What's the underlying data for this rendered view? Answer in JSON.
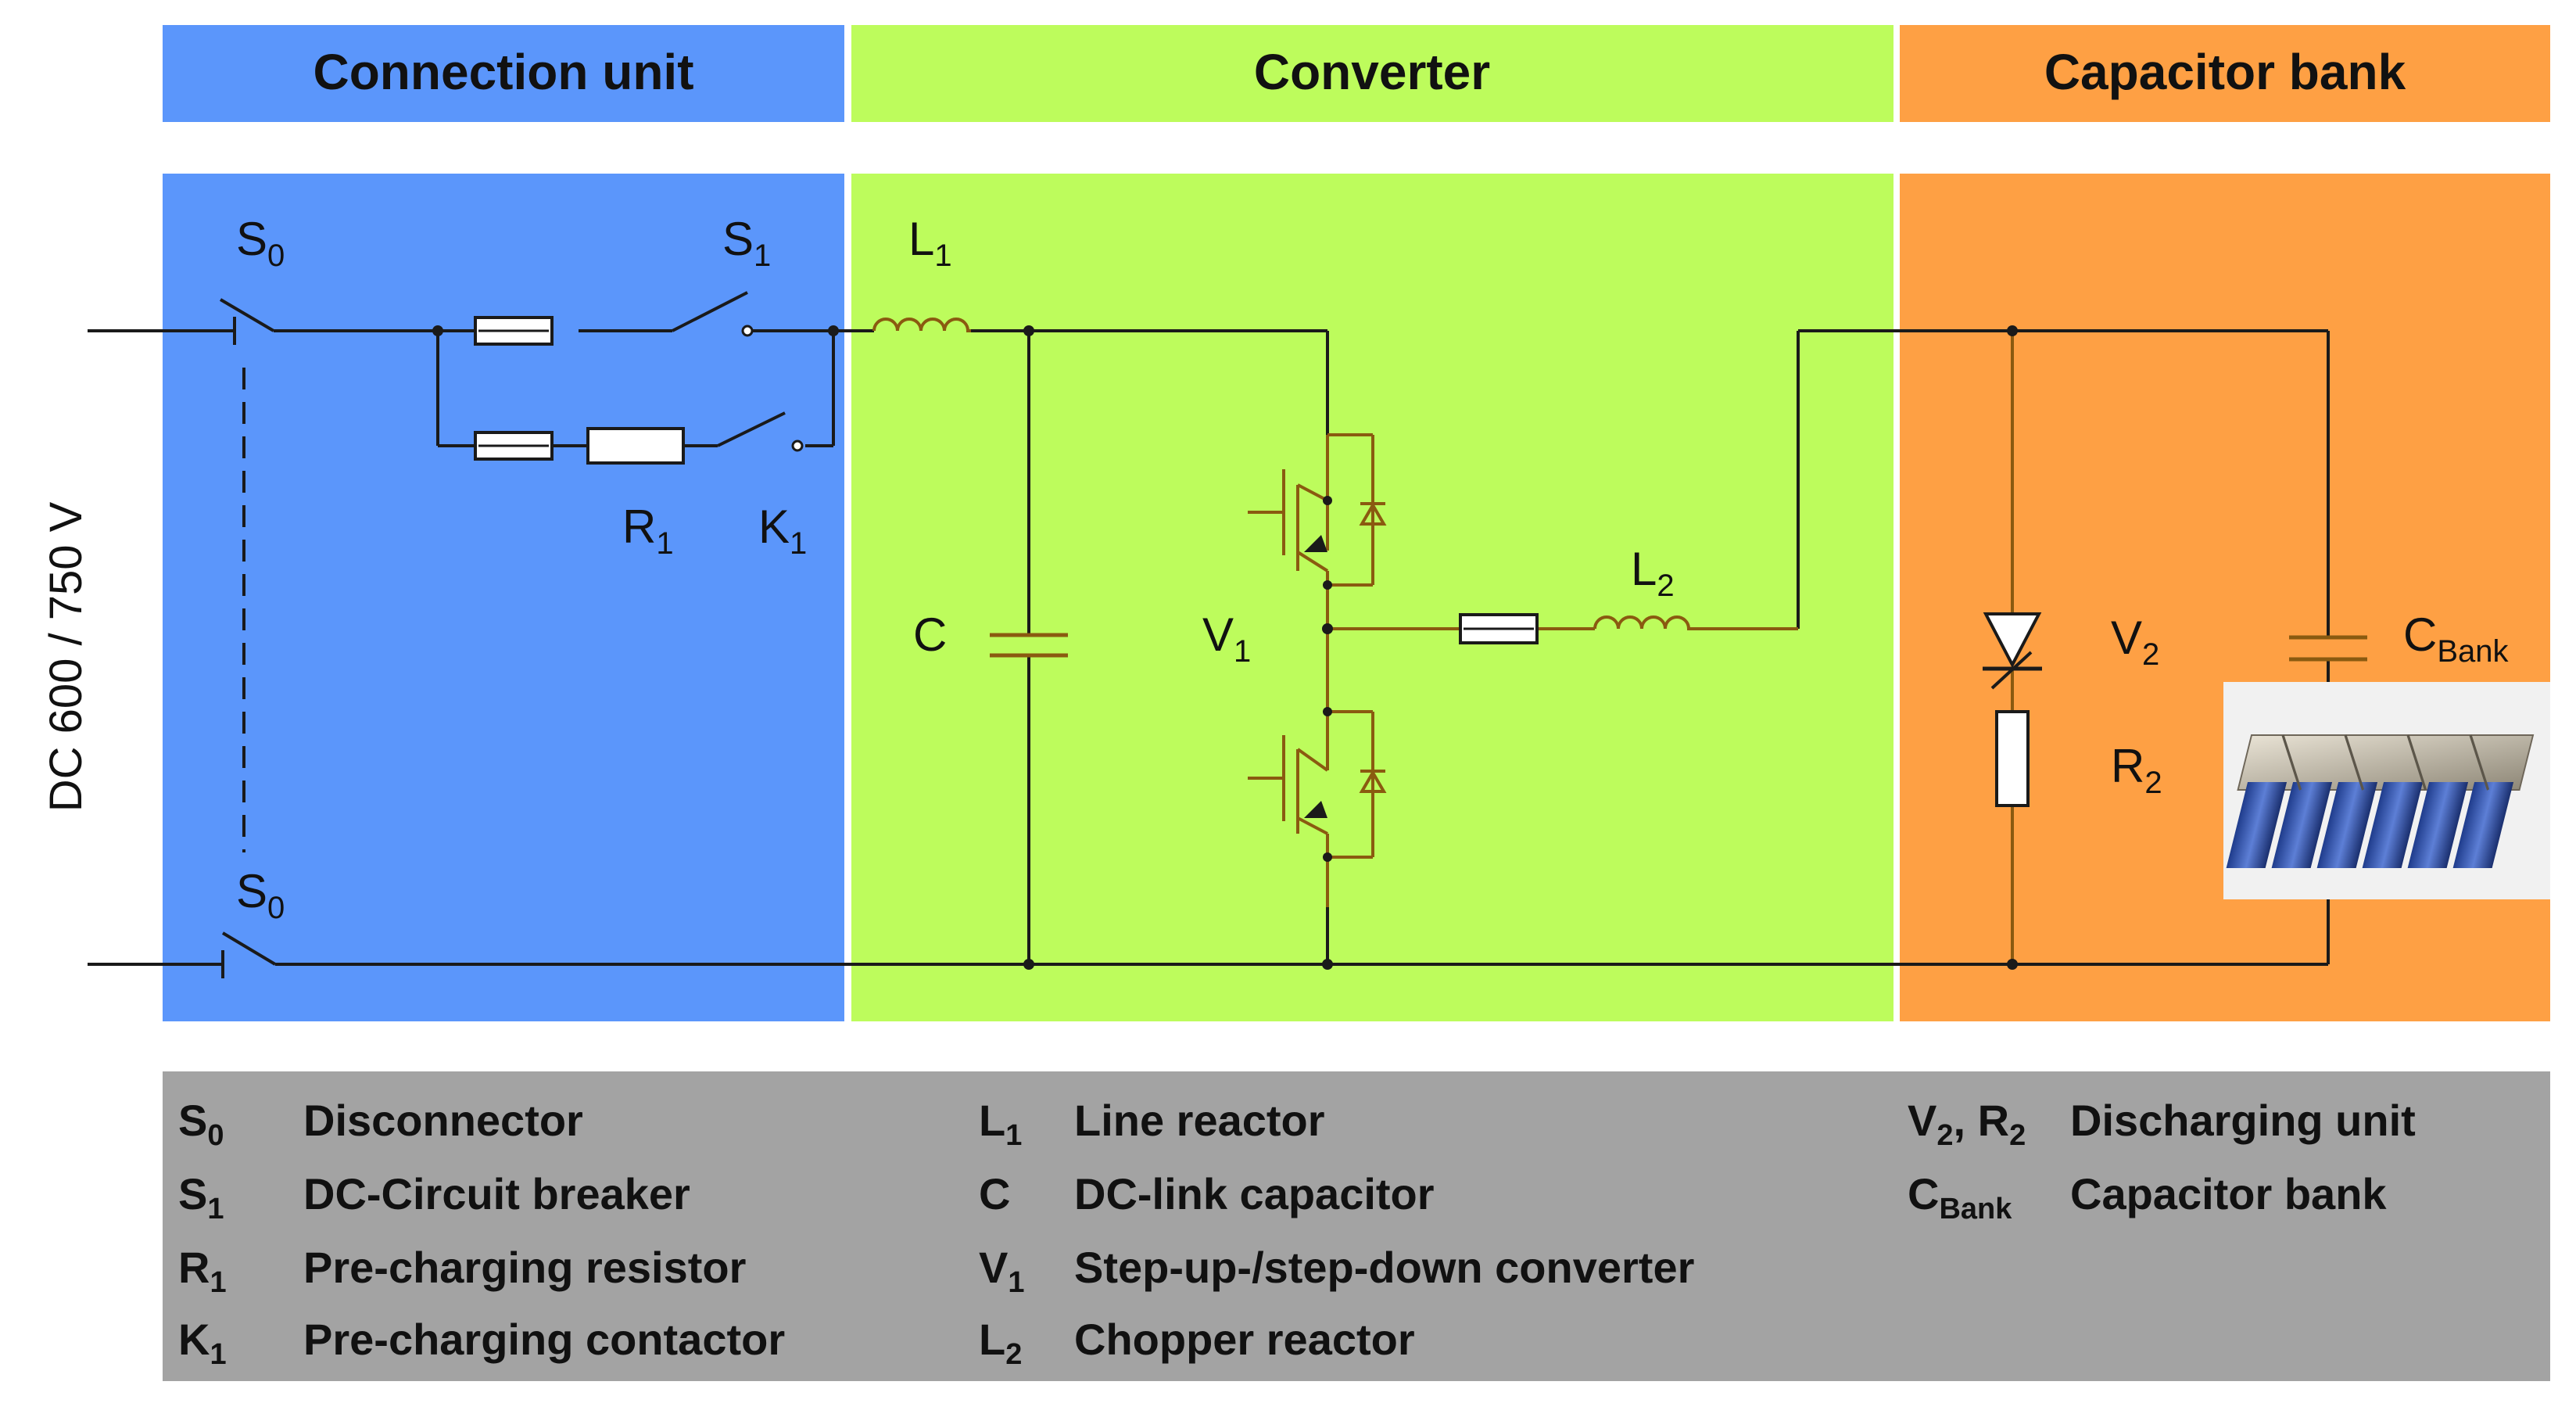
{
  "colors": {
    "connection_unit": "#5b96fb",
    "converter": "#bdfc5c",
    "capacitor_bank": "#fea044",
    "legend_bg": "#a3a3a3",
    "wire_black": "#1a1a1a",
    "wire_brown": "#8a5a10"
  },
  "sections": {
    "connection_unit": "Connection unit",
    "converter": "Converter",
    "capacitor_bank": "Capacitor bank"
  },
  "supply_label": "DC 600 / 750 V",
  "components": {
    "s0_top": {
      "main": "S",
      "sub": "0"
    },
    "s0_bottom": {
      "main": "S",
      "sub": "0"
    },
    "s1": {
      "main": "S",
      "sub": "1"
    },
    "r1": {
      "main": "R",
      "sub": "1"
    },
    "k1": {
      "main": "K",
      "sub": "1"
    },
    "l1": {
      "main": "L",
      "sub": "1"
    },
    "c": {
      "main": "C",
      "sub": ""
    },
    "v1": {
      "main": "V",
      "sub": "1"
    },
    "l2": {
      "main": "L",
      "sub": "2"
    },
    "v2": {
      "main": "V",
      "sub": "2"
    },
    "r2": {
      "main": "R",
      "sub": "2"
    },
    "cbank": {
      "main": "C",
      "sub": "Bank"
    }
  },
  "legend": [
    {
      "sym": "S",
      "sub": "0",
      "sym2": "",
      "sub2": "",
      "text": "Disconnector"
    },
    {
      "sym": "S",
      "sub": "1",
      "sym2": "",
      "sub2": "",
      "text": "DC-Circuit breaker"
    },
    {
      "sym": "R",
      "sub": "1",
      "sym2": "",
      "sub2": "",
      "text": "Pre-charging resistor"
    },
    {
      "sym": "K",
      "sub": "1",
      "sym2": "",
      "sub2": "",
      "text": "Pre-charging contactor"
    },
    {
      "sym": "L",
      "sub": "1",
      "sym2": "",
      "sub2": "",
      "text": "Line reactor"
    },
    {
      "sym": "C",
      "sub": "",
      "sym2": "",
      "sub2": "",
      "text": "DC-link capacitor"
    },
    {
      "sym": "V",
      "sub": "1",
      "sym2": "",
      "sub2": "",
      "text": "Step-up-/step-down converter"
    },
    {
      "sym": "L",
      "sub": "2",
      "sym2": "",
      "sub2": "",
      "text": "Chopper reactor"
    },
    {
      "sym": "V",
      "sub": "2",
      "sym2": ", R",
      "sub2": "2",
      "text": "Discharging unit"
    },
    {
      "sym": "C",
      "sub": "Bank",
      "sym2": "",
      "sub2": "",
      "text": "Capacitor bank"
    }
  ]
}
